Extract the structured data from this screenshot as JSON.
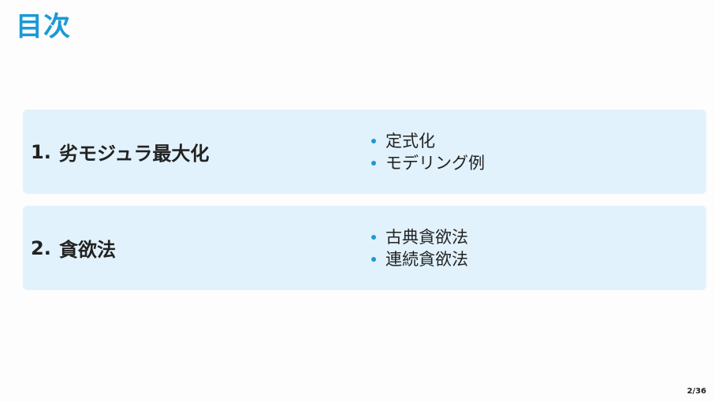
{
  "slide": {
    "title": "目次",
    "page_current": "2",
    "page_separator": "/",
    "page_total": "36"
  },
  "colors": {
    "accent": "#1a9ad6",
    "card_background": "#e2f2fc",
    "text": "#222222"
  },
  "sections": [
    {
      "number": "1.",
      "title": "劣モジュラ最大化",
      "items": [
        "定式化",
        "モデリング例"
      ]
    },
    {
      "number": "2.",
      "title": "貪欲法",
      "items": [
        "古典貪欲法",
        "連続貪欲法"
      ]
    }
  ]
}
